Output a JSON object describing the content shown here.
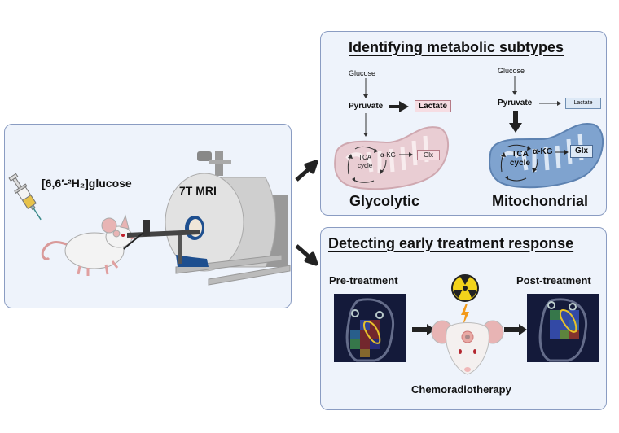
{
  "left_panel": {
    "tracer_label": "[6,6′-²H₂]glucose",
    "scanner_label": "7T MRI"
  },
  "top_panel": {
    "title": "Identifying metabolic subtypes",
    "glycolytic": {
      "glucose": "Glucose",
      "pyruvate": "Pyruvate",
      "lactate": "Lactate",
      "tca": [
        "TCA",
        "cycle"
      ],
      "akg": "α-KG",
      "glx": "Glx",
      "label": "Glycolytic"
    },
    "mitochondrial": {
      "glucose": "Glucose",
      "pyruvate": "Pyruvate",
      "lactate": "Lactate",
      "tca": [
        "TCA",
        "cycle"
      ],
      "akg": "α-KG",
      "glx": "Glx",
      "label": "Mitochondrial"
    }
  },
  "bottom_panel": {
    "title": "Detecting early treatment response",
    "pre_label": "Pre-treatment",
    "post_label": "Post-treatment",
    "treatment_label": "Chemoradiotherapy"
  },
  "colors": {
    "panel_bg": "#eef3fb",
    "panel_border": "#8a9cc2",
    "glycolytic_pink": "#e9cdd3",
    "mito_blue": "#7fa3cf",
    "lactate_box_pink": "#f6dde3",
    "mito_box_blue": "#dde9f6"
  }
}
